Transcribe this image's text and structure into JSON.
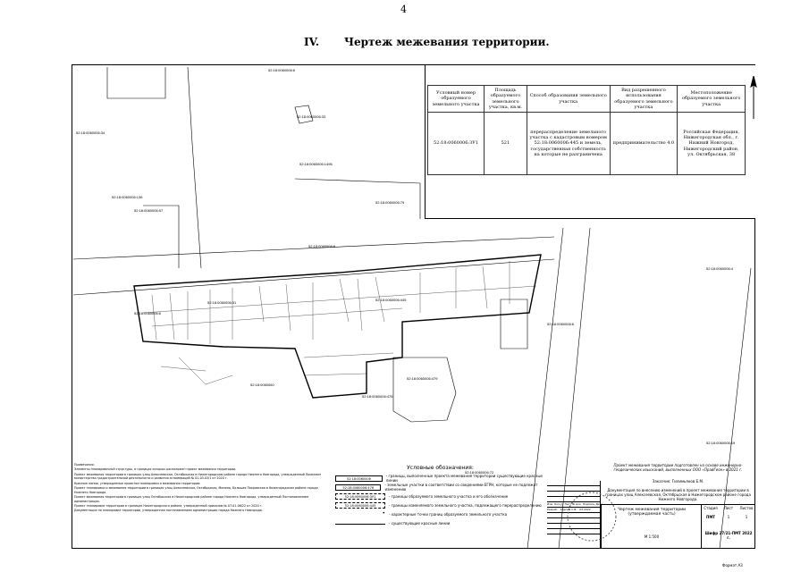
{
  "page_number": "4",
  "title": {
    "numeral": "IV.",
    "text": "Чертеж межевания территории."
  },
  "table": {
    "headers": [
      "Условный номер образуемого земельного участка",
      "Площадь образуемого земельного участка, кв.м.",
      "Способ образования земельного участка",
      "Вид разрешенного использования образуемого земельного участка",
      "Местоположение образуемого земельного участка"
    ],
    "row": [
      "52:18:0060006:ЗУ1",
      "521",
      "перераспределение земельного участка с кадастровым номером 52:18:0060006:445 и земель, государственная собственность на которые не разграничена",
      "предпринимательство 4.0",
      "Российская Федерация, Нижегородская обл., г. Нижний Новгород, Нижегородский район, ул. Октябрьская, 38"
    ]
  },
  "map_labels": {
    "l1": "52:18:0060008:6",
    "l2": "52:18:0060006:33",
    "l3": "52:18:0060006:34",
    "l4": "52:18:0060006:1496",
    "l5": "52:18:0060006:136",
    "l6": "52:18:0060006:57",
    "l7": "52:18:0060006:79",
    "l8": "52:18:0060008:8",
    "l9": "52:18:0060006:4",
    "l10": "52:18:0060006:19",
    "l11": "52:18:0060006:72",
    "l12": "52:18:0060006:479",
    "l13": "52:18:0060006:476",
    "l14": "52:18:0060006:445",
    "l15": "52:18:0060008:6",
    "l16": "52:18:0060006:31",
    "l17": "52:18:0060006:6",
    "l18": "52:18:0060060"
  },
  "notes": {
    "heading": "Примечания:",
    "items": [
      "Элементы планировочной структуры, в границах которых расположен проект межевания территории.",
      "Проект межевания территории в границах улиц Алексеевская, Октябрьская в Нижегородском районе города Нижнего Новгорода, утвержденный Приказом министерства градостроительной деятельности и развития агломераций № 01-03-03/1 от 2020 г.",
      "Красные линии, утвержденные проектом планировки и межевания территории:",
      "Проект планировки и межевания территории в границах улиц Алексеевская, Октябрьская, Минина, Большая Покровская в Нижегородском районе города Нижнего Новгорода.",
      "Проект межевания территории в границах улиц Октябрьская в Нижегородском районе города Нижнего Новгорода, утвержденный Постановлением администрации.",
      "Проект планировки территории в границах Нижегородского района, утвержденный приказом № 07-01-06/22 от 2020 г.",
      "Документация по планировке территории, утвержденная постановлением администрации города Нижнего Новгорода."
    ]
  },
  "legend": {
    "title": "Условные обозначения:",
    "items": [
      {
        "symbol": "52:18:0060006",
        "text": "- границы, выполненные проекта межевания территории существующие красные линии"
      },
      {
        "symbol": "52:18:0060006:476",
        "text": "- земельные участки в соответствии со сведениями ЕГРН, которые не подлежат изменению"
      },
      {
        "symbol": "52:18:0060006:ЗУ1",
        "text": "- границы образуемого земельного участка и его обозначение"
      },
      {
        "symbol": "52:18:0060006:445",
        "text": "- границы изменяемого земельного участка, подлежащего перераспределению"
      },
      {
        "symbol": "",
        "text": "- характерные точки границ образуемого земельного участка"
      },
      {
        "symbol": "",
        "text": "- существующие красные линии"
      }
    ]
  },
  "stamp": {
    "basis": "Проект межевания территории подготовлен на основе инженерно-геодезических изысканий, выполненных ООО «ПрайГеон» в 2021 г.",
    "customer": "Заказчик: Гилимьянов Б.М.",
    "project": "Документация по внесению изменений в проект межевания территории в границах улиц Алексеевская, Октябрьская в Нижегородском районе города Нижнего Новгорода.",
    "sheet_name": "Чертеж межевания территории (утверждаемая часть)",
    "scale": "М 1:500",
    "stage_label": "Стадия",
    "stage": "ПМТ",
    "sheet_label": "Лист",
    "sheet": "1",
    "sheets_label": "Листов",
    "sheets": "1",
    "code": "Шифр 27/21-ПМТ 2022 г.",
    "col_labels": [
      "Изм.",
      "Кол.уч",
      "Лист",
      "№ док.",
      "Подпись",
      "Дата"
    ],
    "author_label": "Разраб.",
    "author": "Карпов С.В.",
    "date": "03.2022"
  },
  "format": "Формат А3"
}
